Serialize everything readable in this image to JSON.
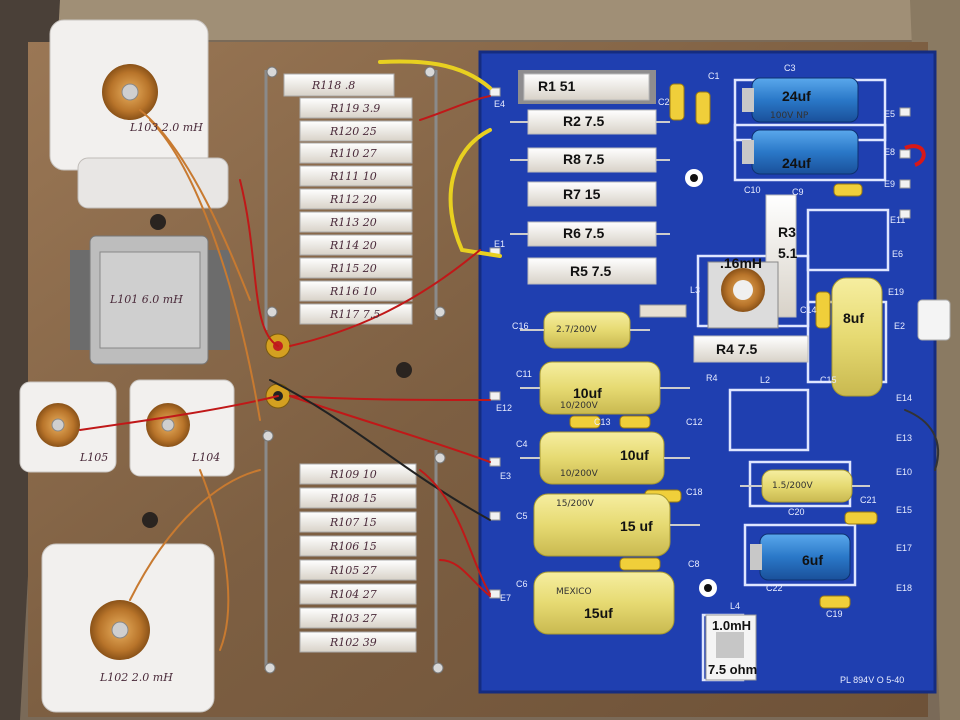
{
  "photo_subject": "crossover circuit board photograph",
  "colors": {
    "board_wood": "#8a6a4a",
    "pcb_blue": "#1f3fb0",
    "resistor_white": "#eeeae4",
    "cap_yellow": "#e9df7a",
    "electrolytic_blue": "#2a78c8"
  },
  "pcb_labels": {
    "r1": "R1  51",
    "r2": "R2 7.5",
    "r8": "R8 7.5",
    "r7": "R7 15",
    "r6": "R6 7.5",
    "r5": "R5 7.5",
    "r3_name": "R3",
    "r3_val": "5.1",
    "l3": ".16mH",
    "r4": "R4 7.5",
    "c_8uf": "8uf",
    "c_24uf_a": "24uf",
    "c_24uf_b": "24uf",
    "c_10uf_a": "10uf",
    "c_10uf_b": "10uf",
    "c_15uf_a": "15 uf",
    "c_15uf_b": "15uf",
    "c_6uf": "6uf",
    "l4_val": "1.0mH",
    "l4_res": "7.5 ohm"
  },
  "silkscreen": {
    "c3": "C3",
    "c2": "C2",
    "c1": "C1",
    "e4": "E4",
    "e5": "E5",
    "e8": "E8",
    "e9": "E9",
    "c10": "C10",
    "c9": "C9",
    "e11": "E11",
    "e6": "E6",
    "e19": "E19",
    "e2": "E2",
    "e1": "E1",
    "l3": "L3",
    "c14": "C14",
    "c16": "C16",
    "c15": "C15",
    "r4": "R4",
    "l2": "L2",
    "c11": "C11",
    "c13": "C13",
    "c12": "C12",
    "e12": "E12",
    "e14": "E14",
    "e13": "E13",
    "c4": "C4",
    "e3": "E3",
    "e10": "E10",
    "c18": "C18",
    "c5": "C5",
    "c20": "C20",
    "c21": "C21",
    "e15": "E15",
    "c8": "C8",
    "c6": "C6",
    "c22": "C22",
    "e17": "E17",
    "e7": "E7",
    "e18": "E18",
    "c19": "C19",
    "l4": "L4",
    "pcb_code": "PL 894V O   5-40"
  },
  "handwritten": {
    "r118": "R118  .8",
    "r119": "R119  3.9",
    "r120": "R120  25",
    "r110": "R110  27",
    "r111": "R111  10",
    "r112": "R112  20",
    "r113": "R113  20",
    "r114": "R114  20",
    "r115": "R115  20",
    "r116": "R116  10",
    "r117": "R117  7.5",
    "r109": "R109  10",
    "r108": "R108  15",
    "r107": "R107  15",
    "r106": "R106  15",
    "r105": "R105  27",
    "r104": "R104  27",
    "r103": "R103  27",
    "r102": "R102  39",
    "l103": "L103  2.0 mH",
    "l101": "L101  6.0 mH",
    "l105": "L105",
    "l104": "L104",
    "l102": "L102  2.0 mH"
  },
  "cap_print": {
    "c16": "2.7/200V",
    "c11": "10/200V",
    "c4": "10/200V",
    "c5": "15/200V",
    "c6": "MEXICO",
    "c20": "1.5/200V",
    "c3": "100V NP"
  }
}
